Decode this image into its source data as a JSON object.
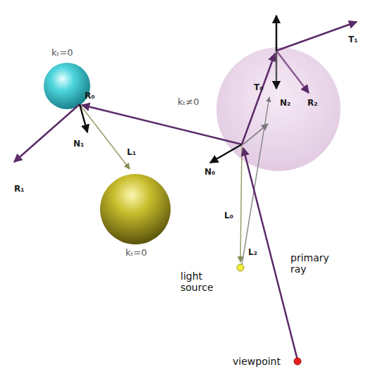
{
  "diagram": {
    "labels": [
      "kₜ=0",
      "T₁",
      "T₀",
      "kₜ≠0",
      "N₂",
      "R₂",
      "R₀",
      "N₁",
      "L₁",
      "R₁",
      "N₀",
      "kₜ=0",
      "L₀",
      "L₂",
      "light source",
      "primary ray",
      "viewpoint"
    ]
  }
}
